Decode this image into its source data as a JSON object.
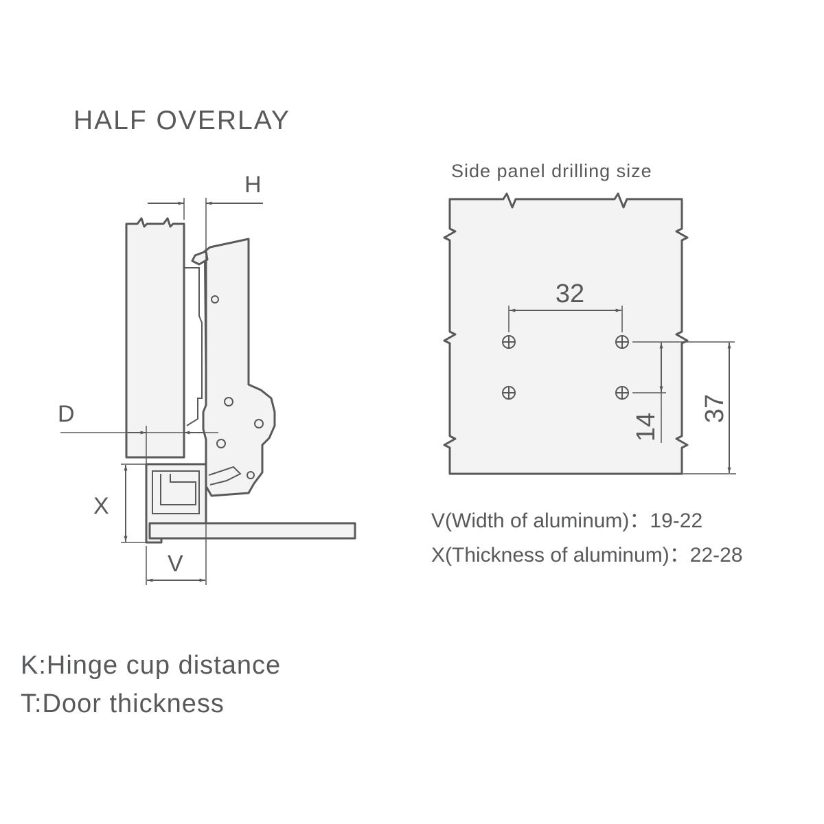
{
  "title": "HALF OVERLAY",
  "hinge_drawing": {
    "labels": {
      "h": "H",
      "d": "D",
      "x": "X",
      "v": "V"
    }
  },
  "side_panel": {
    "title": "Side panel drilling size",
    "dim_horizontal": "32",
    "dim_short_vertical": "14",
    "dim_long_vertical": "37"
  },
  "specs": [
    "V(Width of aluminum)：19-22",
    "X(Thickness of aluminum)：22-28"
  ],
  "legend": [
    "K:Hinge cup distance",
    "T:Door thickness"
  ],
  "colors": {
    "line": "#58595b",
    "fill": "#f3f3f3"
  }
}
